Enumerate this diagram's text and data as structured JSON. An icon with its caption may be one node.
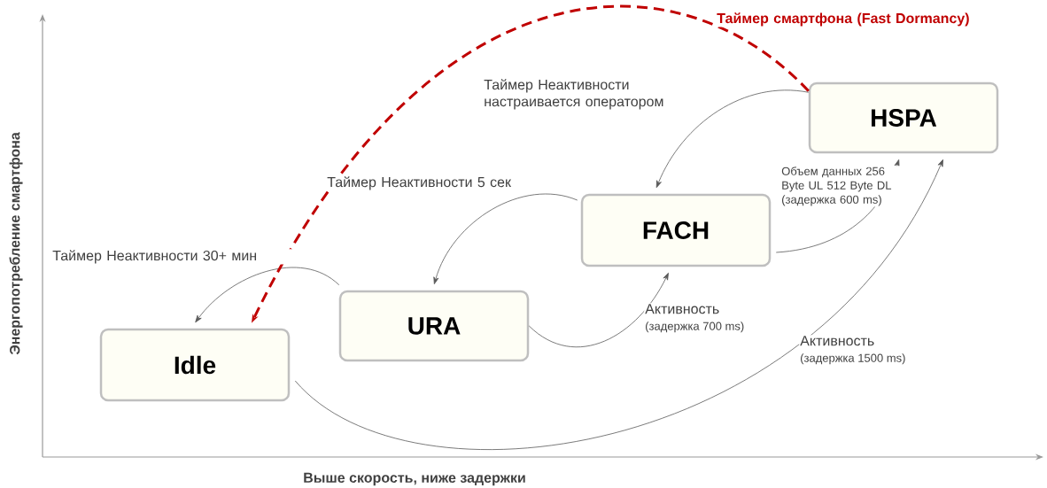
{
  "diagram": {
    "nodes": [
      {
        "text": [
          "Idle"
        ]
      },
      {
        "text": [
          "URA"
        ]
      },
      {
        "text": [
          "FACH"
        ]
      },
      {
        "text": [
          "HSPA"
        ]
      }
    ],
    "edges": [
      {
        "from": 3,
        "to": 2,
        "arrow": "to",
        "label": "Таймер Неактивности настраивается оператором"
      },
      {
        "from": 2,
        "to": 1,
        "arrow": "to",
        "label": "Таймер Неактивности 5 сек"
      },
      {
        "from": 1,
        "to": 0,
        "arrow": "to",
        "label": "Таймер Неактивности 30+ мин"
      },
      {
        "from": 3,
        "to": 0,
        "arrow": "to",
        "label": "Таймер смартфона (Fast Dormancy)",
        "style": "dashed",
        "color": "#c00000"
      },
      {
        "from": 1,
        "to": 2,
        "arrow": "to",
        "label": "Активность"
      },
      {
        "from": 2,
        "to": 3,
        "arrow": "to",
        "label": "Объем данных 256 Byte UL 512 Byte DL (задержка 600 ms)"
      },
      {
        "from": 0,
        "to": 3,
        "arrow": "to",
        "label": "Активность"
      }
    ],
    "labels": [
      "Энергопотребление смартфона",
      "(задержка 700 ms)",
      "(задержка 1500 ms)",
      "Выше скорость, ниже задержки"
    ]
  }
}
